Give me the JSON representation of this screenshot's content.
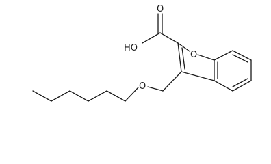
{
  "structure": {
    "atom_labels": {
      "hydroxyl": "HO",
      "carbonyl_oxygen": "O",
      "furan_oxygen": "O",
      "ether_oxygen": "O"
    }
  }
}
